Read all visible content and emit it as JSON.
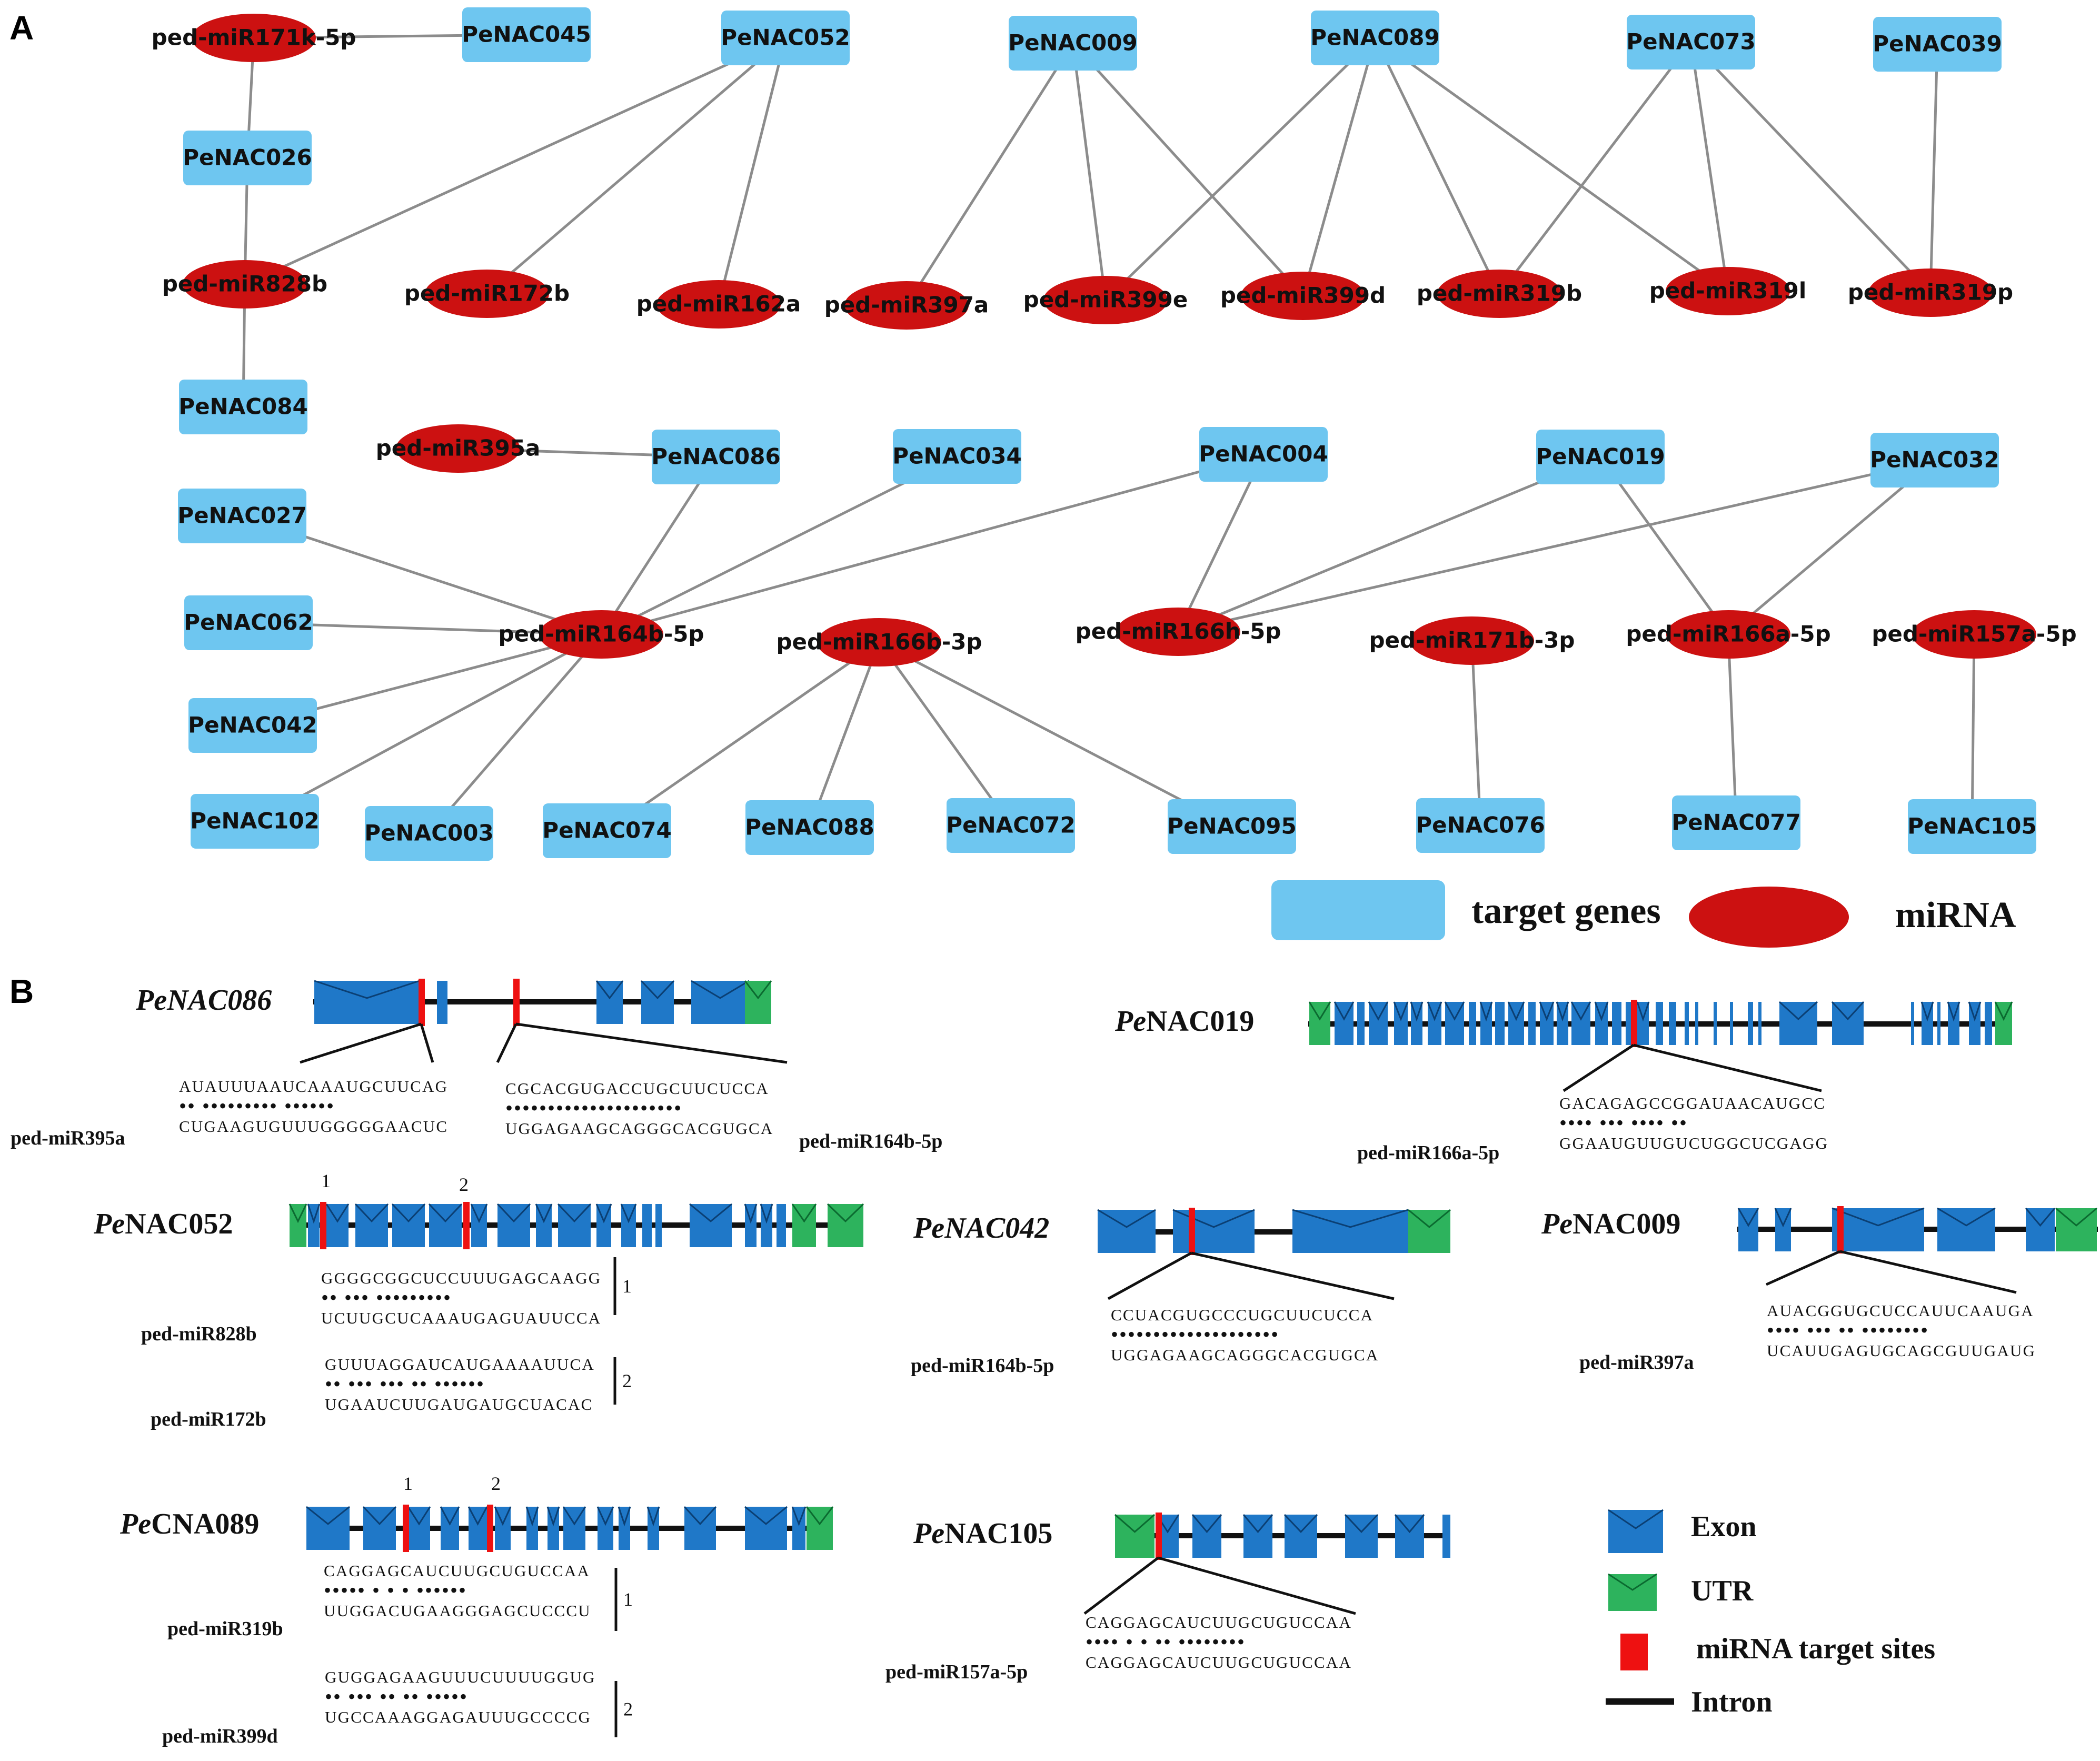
{
  "panels": {
    "a": "A",
    "b": "B"
  },
  "colors": {
    "gene_fill": "#6ec6f0",
    "mirna_fill": "#cc1111",
    "edge": "#8c8c8c",
    "exon": "#1f78c8",
    "utr": "#2db35d",
    "site": "#ee1111",
    "intron": "#111111"
  },
  "network": {
    "genes": [
      "PeNAC045",
      "PeNAC052",
      "PeNAC009",
      "PeNAC089",
      "PeNAC073",
      "PeNAC039",
      "PeNAC026",
      "PeNAC084",
      "PeNAC086",
      "PeNAC034",
      "PeNAC004",
      "PeNAC019",
      "PeNAC032",
      "PeNAC027",
      "PeNAC062",
      "PeNAC042",
      "PeNAC102",
      "PeNAC003",
      "PeNAC074",
      "PeNAC088",
      "PeNAC072",
      "PeNAC095",
      "PeNAC076",
      "PeNAC077",
      "PeNAC105"
    ],
    "mirnas": [
      "ped-miR171k-5p",
      "ped-miR828b",
      "ped-miR172b",
      "ped-miR162a",
      "ped-miR397a",
      "ped-miR399e",
      "ped-miR399d",
      "ped-miR319b",
      "ped-miR319l",
      "ped-miR319p",
      "ped-miR395a",
      "ped-miR164b-5p",
      "ped-miR166b-3p",
      "ped-miR166h-5p",
      "ped-miR171b-3p",
      "ped-miR166a-5p",
      "ped-miR157a-5p"
    ],
    "edges": [
      [
        "ped-miR171k-5p",
        "PeNAC045"
      ],
      [
        "ped-miR171k-5p",
        "PeNAC026"
      ],
      [
        "PeNAC026",
        "ped-miR828b"
      ],
      [
        "ped-miR828b",
        "PeNAC084"
      ],
      [
        "PeNAC052",
        "ped-miR828b"
      ],
      [
        "PeNAC052",
        "ped-miR172b"
      ],
      [
        "PeNAC052",
        "ped-miR162a"
      ],
      [
        "PeNAC009",
        "ped-miR397a"
      ],
      [
        "PeNAC009",
        "ped-miR399e"
      ],
      [
        "PeNAC009",
        "ped-miR399d"
      ],
      [
        "PeNAC089",
        "ped-miR399e"
      ],
      [
        "PeNAC089",
        "ped-miR399d"
      ],
      [
        "PeNAC089",
        "ped-miR319b"
      ],
      [
        "PeNAC089",
        "ped-miR319l"
      ],
      [
        "PeNAC073",
        "ped-miR319b"
      ],
      [
        "PeNAC073",
        "ped-miR319l"
      ],
      [
        "PeNAC073",
        "ped-miR319p"
      ],
      [
        "PeNAC039",
        "ped-miR319p"
      ],
      [
        "ped-miR395a",
        "PeNAC086"
      ],
      [
        "PeNAC027",
        "ped-miR164b-5p"
      ],
      [
        "PeNAC062",
        "ped-miR164b-5p"
      ],
      [
        "PeNAC042",
        "ped-miR164b-5p"
      ],
      [
        "PeNAC102",
        "ped-miR164b-5p"
      ],
      [
        "PeNAC003",
        "ped-miR164b-5p"
      ],
      [
        "PeNAC086",
        "ped-miR164b-5p"
      ],
      [
        "PeNAC034",
        "ped-miR164b-5p"
      ],
      [
        "PeNAC004",
        "ped-miR164b-5p"
      ],
      [
        "ped-miR166b-3p",
        "PeNAC074"
      ],
      [
        "ped-miR166b-3p",
        "PeNAC088"
      ],
      [
        "ped-miR166b-3p",
        "PeNAC072"
      ],
      [
        "ped-miR166b-3p",
        "PeNAC095"
      ],
      [
        "PeNAC004",
        "ped-miR166h-5p"
      ],
      [
        "PeNAC019",
        "ped-miR166h-5p"
      ],
      [
        "PeNAC032",
        "ped-miR166h-5p"
      ],
      [
        "PeNAC019",
        "ped-miR166a-5p"
      ],
      [
        "PeNAC032",
        "ped-miR166a-5p"
      ],
      [
        "ped-miR171b-3p",
        "PeNAC076"
      ],
      [
        "ped-miR166a-5p",
        "PeNAC077"
      ],
      [
        "ped-miR157a-5p",
        "PeNAC105"
      ]
    ],
    "legend": {
      "genes": "target genes",
      "mirna": "miRNA"
    }
  },
  "structures": {
    "PeNAC086": {
      "title_it": "PeNAC086",
      "title_rest": "",
      "site1": {
        "target": "AUAUUUAAUCAAAUGCUUCAG",
        "mirna": "CUGAAGUGUUUGGGGGAACUC",
        "dots": "••  •••••••••  ••••••",
        "label": "ped-miR395a"
      },
      "site2": {
        "target": "CGCACGUGACCUGCUUCUCCA",
        "mirna": "UGGAGAAGCAGGGCACGUGCA",
        "dots": "•••••••••••••••••••••",
        "label": "ped-miR164b-5p"
      }
    },
    "PeNAC019": {
      "title_it": "Pe",
      "title_rest": "NAC019",
      "site1": {
        "target": "GACAGAGCCGGAUAACAUGCC",
        "mirna": "GGAAUGUUGUCUGGCUCGAGG",
        "dots": "  •••• ••• •••• ••  ",
        "label": "ped-miR166a-5p"
      }
    },
    "PeNAC052": {
      "title_it": "Pe",
      "title_rest": "NAC052",
      "marks": [
        "1",
        "2"
      ],
      "site1": {
        "target": "GGGGCGGCUCCUUUGAGCAAGG",
        "mirna": "UCUUGCUCAAAUGAGUAUUCCA",
        "dots": " ••   ••• •••••••••  ",
        "label": "ped-miR828b",
        "n": "1"
      },
      "site2": {
        "target": "GUUUAGGAUCAUGAAAAUUCA",
        "mirna": "UGAAUCUUGAUGAUGCUACAC",
        "dots": "•• •••  ••• •• ••••••",
        "label": "ped-miR172b",
        "n": "2"
      }
    },
    "PeNAC042": {
      "title_it": "PeNAC042",
      "title_rest": "",
      "site1": {
        "target": "CCUACGUGCCCUGCUUCUCCA",
        "mirna": "UGGAGAAGCAGGGCACGUGCA",
        "dots": " ••••••••••••••••••••",
        "label": "ped-miR164b-5p"
      }
    },
    "PeNAC009": {
      "title_it": "Pe",
      "title_rest": "NAC009",
      "site1": {
        "target": "AUACGGUGCUCCAUUCAAUGA",
        "mirna": "UCAUUGAGUGCAGCGUUGAUG",
        "dots": "•••• ••• ••  ••••••••",
        "label": "ped-miR397a"
      }
    },
    "PeCNA089": {
      "title_it": "Pe",
      "title_rest": "CNA089",
      "marks": [
        "1",
        "2"
      ],
      "site1": {
        "target": "CAGGAGCAUCUUGCUGUCCAA",
        "mirna": "UUGGACUGAAGGGAGCUCCCU",
        "dots": "•••••  • •  •  ••••••",
        "label": "ped-miR319b",
        "n": "1"
      },
      "site2": {
        "target": "GUGGAGAAGUUUCUUUUGGUG",
        "mirna": "UGCCAAAGGAGAUUUGCCCCG",
        "dots": "••  ••• •• ••   •••••",
        "label": "ped-miR399d",
        "n": "2"
      }
    },
    "PeNAC105": {
      "title_it": "Pe",
      "title_rest": "NAC105",
      "site1": {
        "target": "CAGGAGCAUCUUGCUGUCCAA",
        "mirna": "CAGGAGCAUCUUGCUGUCCAA",
        "dots": "•••• •  • •• ••••••••",
        "label": "ped-miR157a-5p"
      }
    },
    "legend": {
      "exon": "Exon",
      "utr": "UTR",
      "site": "miRNA target sites",
      "intron": "Intron"
    }
  }
}
